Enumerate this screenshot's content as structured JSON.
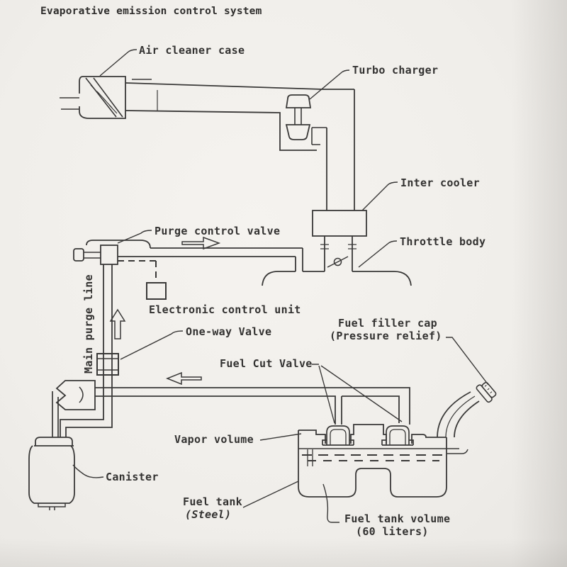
{
  "title": "Evaporative emission control system",
  "labels": {
    "air_cleaner": "Air cleaner case",
    "turbo": "Turbo charger",
    "intercooler": "Inter cooler",
    "throttle": "Throttle body",
    "purge_valve": "Purge control valve",
    "ecu": "Electronic control unit",
    "one_way_valve": "One-way Valve",
    "main_purge_line": "Main purge line",
    "fuel_cut_valve": "Fuel Cut Valve",
    "filler_cap_line1": "Fuel filler cap",
    "filler_cap_line2": "(Pressure relief)",
    "vapor_volume": "Vapor volume",
    "canister": "Canister",
    "fuel_tank_line1": "Fuel tank",
    "fuel_tank_line2": "(Steel)",
    "tank_volume_line1": "Fuel tank volume",
    "tank_volume_line2": "(60 liters)"
  },
  "colors": {
    "ink": "#3a3938",
    "paper": "#f2f0ec"
  }
}
